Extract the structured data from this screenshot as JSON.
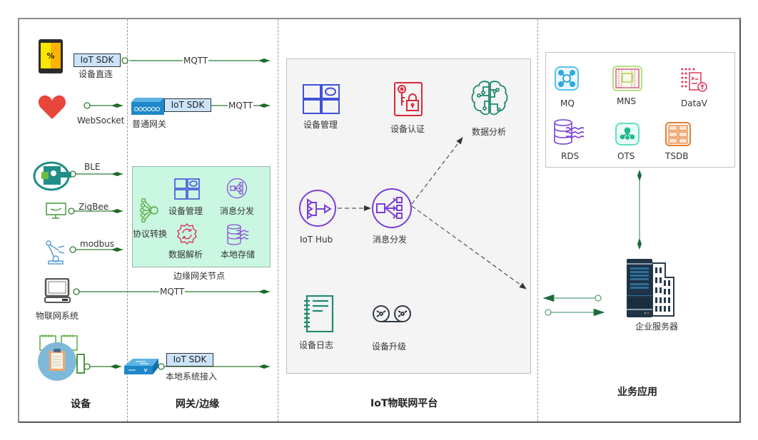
{
  "columns": {
    "devices": "设备",
    "gateway": "网关/边缘",
    "platform": "IoT物联网平台",
    "business": "业务应用"
  },
  "devices": {
    "phone": {
      "sdk_label": "IoT SDK",
      "caption": "设备直连",
      "protocol": "MQTT"
    },
    "heart": {
      "protocol": "WebSocket"
    },
    "ble": {
      "protocol": "BLE"
    },
    "zigbee": {
      "protocol": "ZigBee"
    },
    "modbus": {
      "protocol": "modbus"
    },
    "iot_system": {
      "caption": "物联网系统",
      "protocol": "MQTT"
    },
    "local_system": {}
  },
  "gateway": {
    "normal_gateway": {
      "sdk_label": "IoT SDK",
      "caption": "普通网关",
      "protocol": "MQTT"
    },
    "edge_node": {
      "caption": "边缘网关节点",
      "items": {
        "protocol_convert": "协议转换",
        "device_mgmt": "设备管理",
        "msg_dispatch": "消息分发",
        "data_parse": "数据解析",
        "local_storage": "本地存储"
      }
    },
    "local_access": {
      "sdk_label": "IoT SDK",
      "caption": "本地系统接入"
    }
  },
  "platform": {
    "device_mgmt": "设备管理",
    "device_auth": "设备认证",
    "data_analysis": "数据分析",
    "iot_hub": "IoT Hub",
    "msg_dispatch": "消息分发",
    "device_log": "设备日志",
    "device_upgrade": "设备升级"
  },
  "business": {
    "services": [
      "MQ",
      "MNS",
      "DataV",
      "RDS",
      "OTS",
      "TSDB"
    ],
    "server": "企业服务器"
  },
  "colors": {
    "connector": "#2e7d32",
    "connector_dark": "#1b5e20",
    "sdk_box": "#cce4fb",
    "platform_bg": "#f4f4f4",
    "edge_bg": "#c9f7e1",
    "blue_icon": "#3f51d8",
    "purple_icon": "#7b3fd6",
    "red_icon": "#d9283a",
    "teal_icon": "#1e8a6e"
  }
}
